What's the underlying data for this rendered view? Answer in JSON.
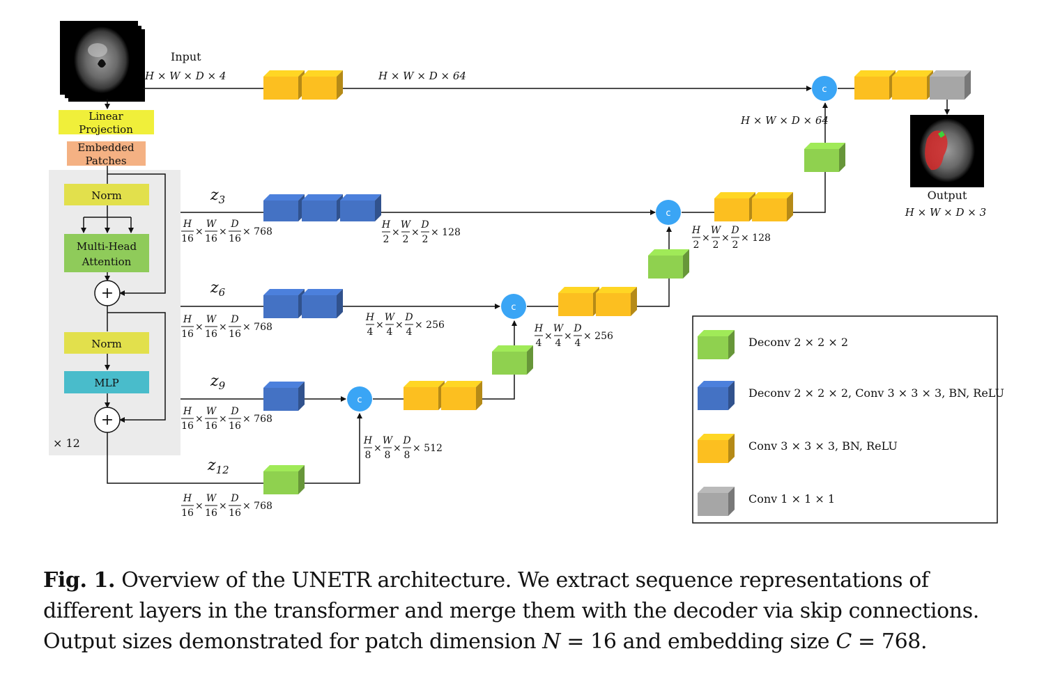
{
  "diagram": {
    "input": {
      "label": "Input",
      "dims": "H × W × D × 4"
    },
    "encoder_blocks": {
      "linear_projection": "Linear Projection",
      "embedded_patches": "Embedded Patches",
      "norm1": "Norm",
      "mha": "Multi-Head Attention",
      "norm2": "Norm",
      "mlp": "MLP",
      "plus": "+",
      "repeat": "× 12"
    },
    "skip_labels": {
      "top": "H × W × D × 64",
      "z3": "z3",
      "z6": "z6",
      "z9": "z9",
      "z12": "z12"
    },
    "token_dims": "×768",
    "frac_dims": {
      "d16": {
        "num": [
          "H",
          "W",
          "D"
        ],
        "den": [
          "16",
          "16",
          "16"
        ],
        "suffix": "× 768"
      },
      "d2_128": {
        "num": [
          "H",
          "W",
          "D"
        ],
        "den": [
          "2",
          "2",
          "2"
        ],
        "suffix": "× 128"
      },
      "d4_256": {
        "num": [
          "H",
          "W",
          "D"
        ],
        "den": [
          "4",
          "4",
          "4"
        ],
        "suffix": "× 256"
      },
      "d8_512": {
        "num": [
          "H",
          "W",
          "D"
        ],
        "den": [
          "8",
          "8",
          "8"
        ],
        "suffix": "× 512"
      }
    },
    "decoder_top_dims": "H × W × D × 64",
    "concat_symbol": "c",
    "output": {
      "label": "Output",
      "dims": "H × W × D × 3"
    },
    "legend": [
      {
        "color": "#8fd14f",
        "label": "Deconv 2 × 2 × 2"
      },
      {
        "color": "#4472c4",
        "label": "Deconv 2 × 2 × 2,  Conv 3 × 3 × 3, BN, ReLU"
      },
      {
        "color": "#fcbf20",
        "label": "Conv 3 × 3 × 3, BN, ReLU"
      },
      {
        "color": "#a6a6a6",
        "label": "Conv 1 × 1 × 1"
      }
    ],
    "colors": {
      "green": "#8fd14f",
      "blue": "#4472c4",
      "yellow": "#fcbf20",
      "gray": "#a6a6a6",
      "concat": "#3aa5f5",
      "linear_projection": "#f0ef3a",
      "embedded_patches": "#f4b183",
      "norm": "#e2e04c",
      "mha": "#8fcb5a",
      "mlp": "#49bccb",
      "encoder_bg": "#ebebeb"
    }
  },
  "caption": {
    "fig": "Fig. 1.",
    "text_before_n": " Overview of the UNETR architecture. We extract sequence representations of different layers in the transformer and merge them with the decoder via skip connections. Output sizes demonstrated for patch dimension ",
    "n": "N",
    "eq1": " = 16 and embedding size ",
    "c": "C",
    "eq2": " = 768."
  }
}
